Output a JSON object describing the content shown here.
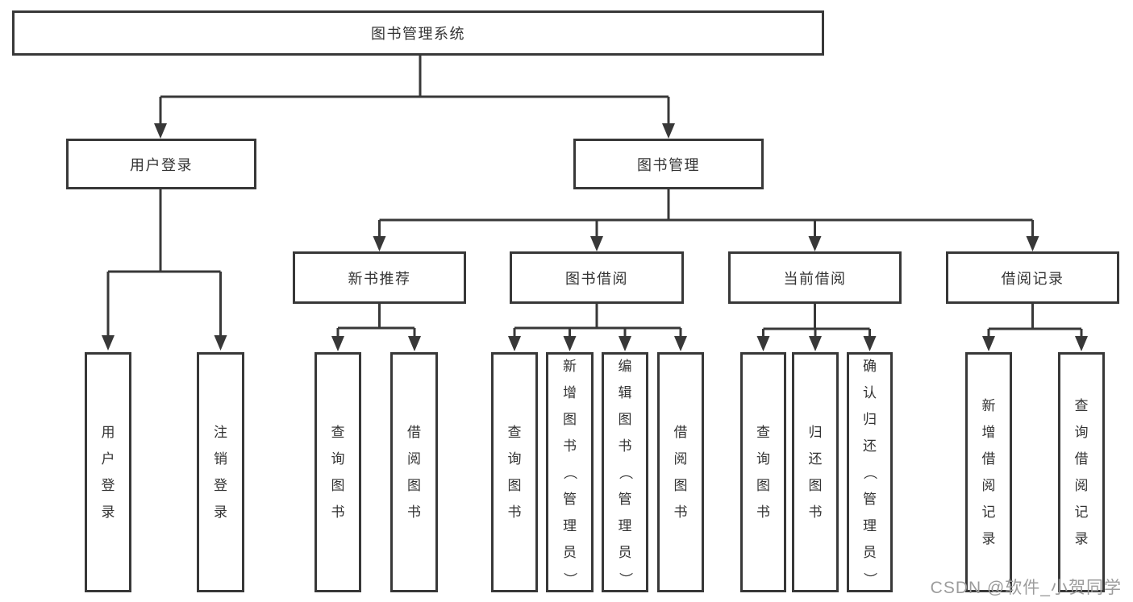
{
  "nodes": {
    "root": {
      "label": "图书管理系统"
    },
    "level2": [
      {
        "label": "用户登录"
      },
      {
        "label": "图书管理"
      }
    ],
    "level3": [
      {
        "label": "新书推荐"
      },
      {
        "label": "图书借阅"
      },
      {
        "label": "当前借阅"
      },
      {
        "label": "借阅记录"
      }
    ],
    "leaves": [
      {
        "label": "用户登录"
      },
      {
        "label": "注销登录"
      },
      {
        "label": "查询图书"
      },
      {
        "label": "借阅图书"
      },
      {
        "label": "查询图书"
      },
      {
        "label": "新增图书（管理员）"
      },
      {
        "label": "编辑图书（管理员）"
      },
      {
        "label": "借阅图书"
      },
      {
        "label": "查询图书"
      },
      {
        "label": "归还图书"
      },
      {
        "label": "确认归还（管理员）"
      },
      {
        "label": "新增借阅记录"
      },
      {
        "label": "查询借阅记录"
      }
    ]
  },
  "watermark": "CSDN @软件_小贺同学",
  "colors": {
    "line": "#383838",
    "text": "#333333",
    "watermark": "#9c9c9c",
    "background": "#ffffff"
  }
}
